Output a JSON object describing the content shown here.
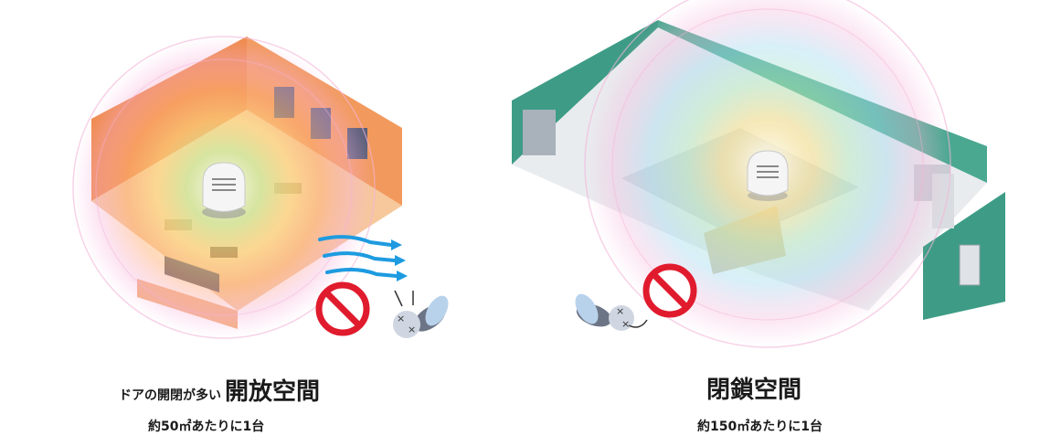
{
  "left": {
    "caption_prefix": "ドアの開閉が多い",
    "caption_main": "開放空間",
    "coverage": "約50㎡あたりに1台"
  },
  "right": {
    "caption_main": "閉鎖空間",
    "coverage": "約150㎡あたりに1台"
  },
  "colors": {
    "wall_orange": "#f08a4b",
    "wall_teal": "#3e9c86",
    "prohibit_red": "#e01b2d",
    "airflow_blue": "#1e9be0",
    "mosquito_gray": "#6b7586"
  },
  "icons": [
    "repeller-device-icon",
    "prohibit-icon",
    "dead-mosquito-icon",
    "airflow-arrows-icon"
  ]
}
